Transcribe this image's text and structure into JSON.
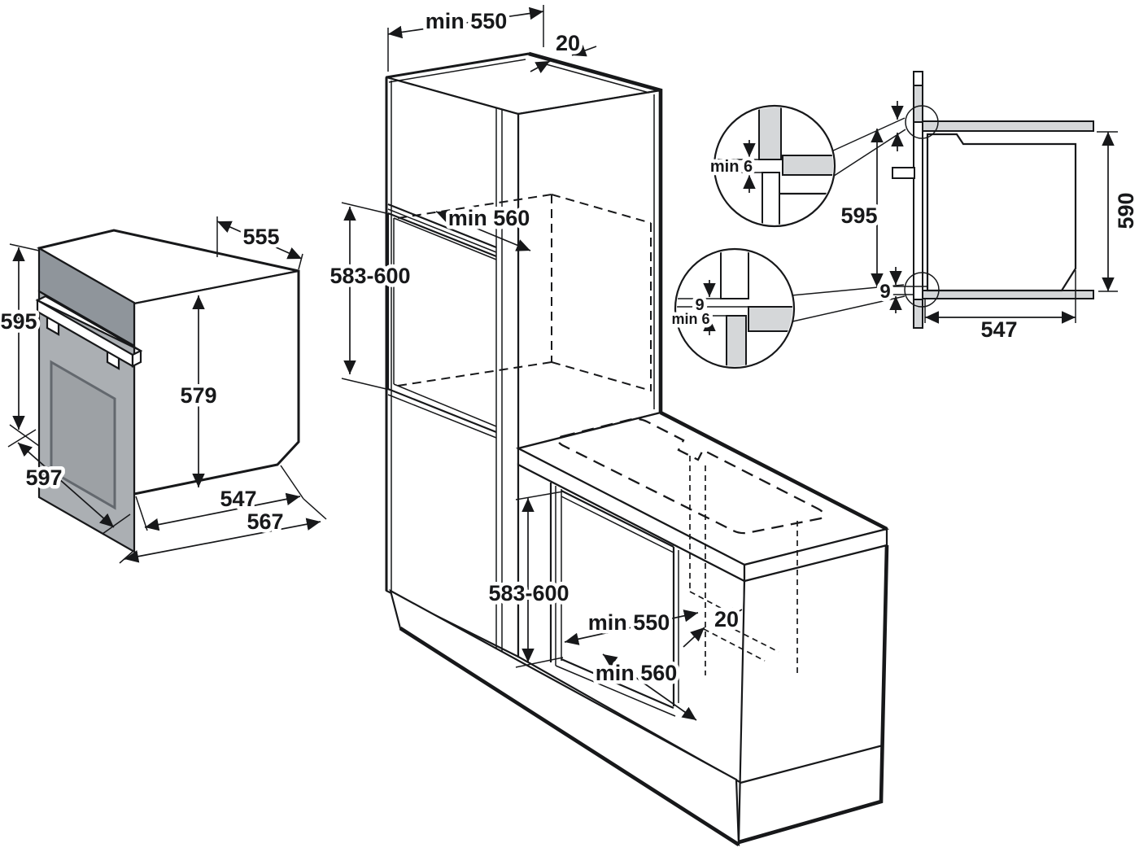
{
  "diagram": {
    "title": "built-in-oven-installation-dimensions",
    "units": "mm",
    "colors": {
      "line": "#17181a",
      "shade_gray": "#d5d7d9",
      "oven_door": "#abafb3",
      "oven_panel": "#8f959b",
      "oven_window": "#9da1a5"
    },
    "oven": {
      "top_width": "555",
      "height_left": "595",
      "front_height": "579",
      "depth": "597",
      "width_bottom_inner": "547",
      "width_bottom_outer": "567"
    },
    "tall_cabinet": {
      "niche_width": "min 550",
      "panel_gap": "20",
      "niche_depth": "min 560",
      "niche_height": "583-600"
    },
    "base_cabinet": {
      "niche_height": "583-600",
      "niche_width": "min 550",
      "panel_gap": "20",
      "niche_depth": "min 560"
    },
    "detail_top": {
      "gap": "min 6"
    },
    "detail_bottom": {
      "overlap": "9",
      "gap": "min 6"
    },
    "side_view": {
      "height": "595",
      "interior_height": "590",
      "bottom_overlap": "9",
      "depth": "547"
    }
  }
}
